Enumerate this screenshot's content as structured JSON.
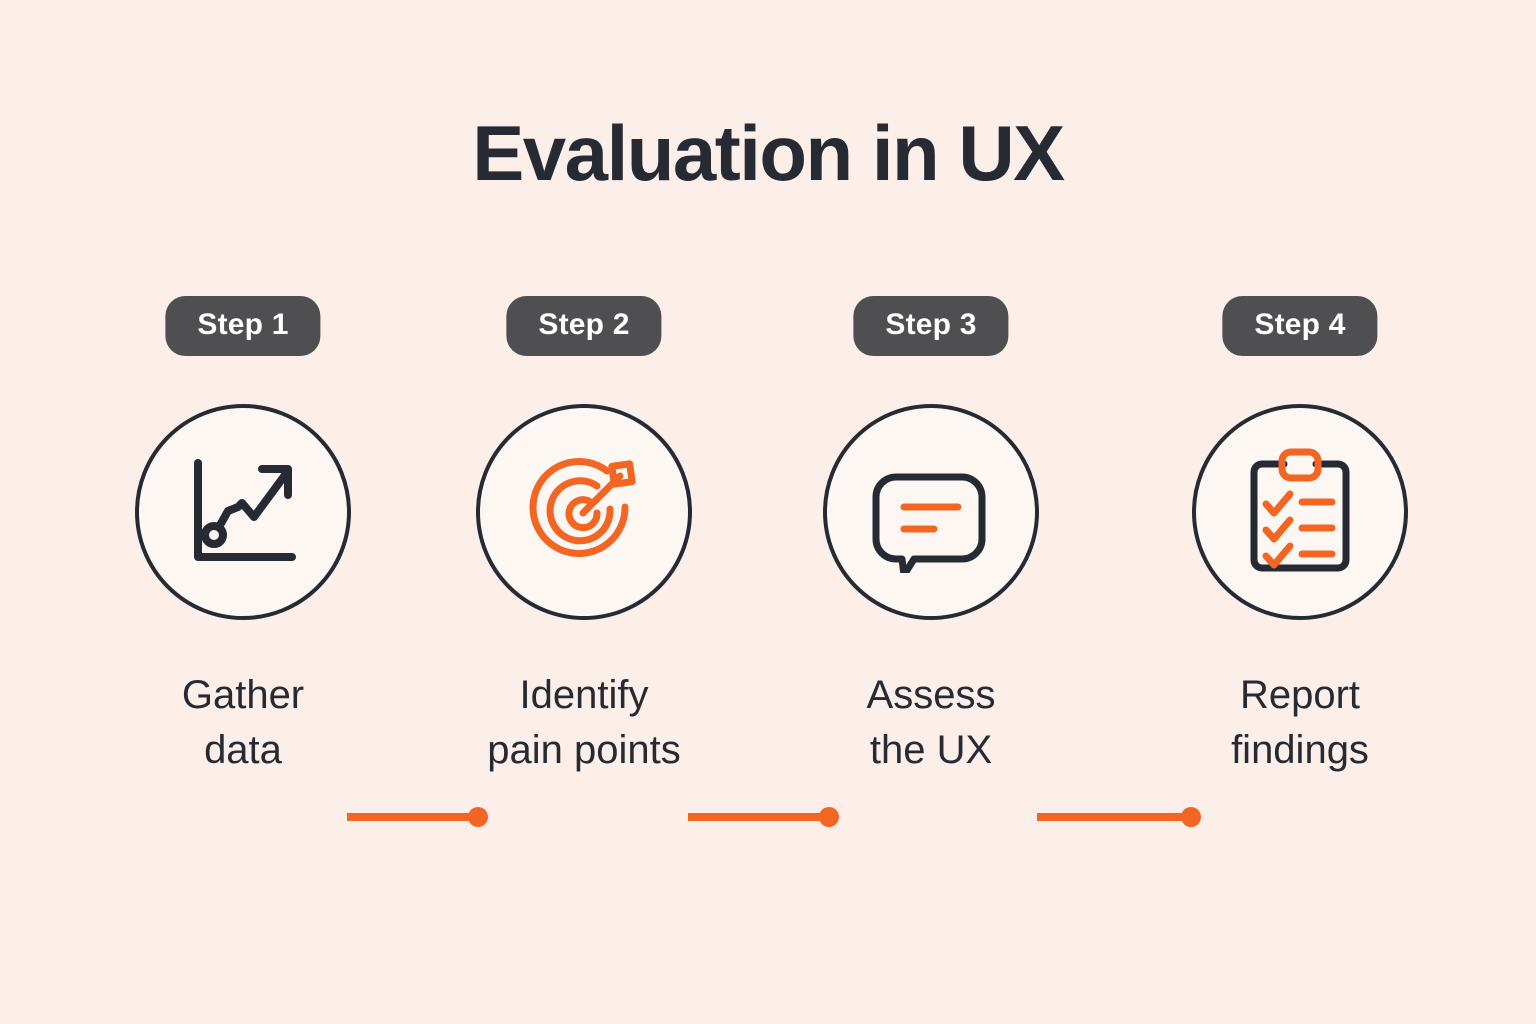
{
  "page": {
    "title": "Evaluation in UX",
    "background_color": "#FCEEE8",
    "accent_color": "#F26522",
    "dark_color": "#262B33",
    "badge_color": "#4F4E51",
    "circle_fill": "#FDF7F4"
  },
  "steps": [
    {
      "badge": "Step 1",
      "icon": "line-chart-growth-icon",
      "caption_line1": "Gather",
      "caption_line2": "data"
    },
    {
      "badge": "Step 2",
      "icon": "target-bullseye-arrow-icon",
      "caption_line1": "Identify",
      "caption_line2": "pain points"
    },
    {
      "badge": "Step 3",
      "icon": "speech-bubble-icon",
      "caption_line1": "Assess",
      "caption_line2": "the UX"
    },
    {
      "badge": "Step 4",
      "icon": "clipboard-checklist-icon",
      "caption_line1": "Report",
      "caption_line2": "findings"
    }
  ],
  "connectors": [
    {
      "name": "connector-1-2"
    },
    {
      "name": "connector-2-3"
    },
    {
      "name": "connector-3-4"
    }
  ]
}
